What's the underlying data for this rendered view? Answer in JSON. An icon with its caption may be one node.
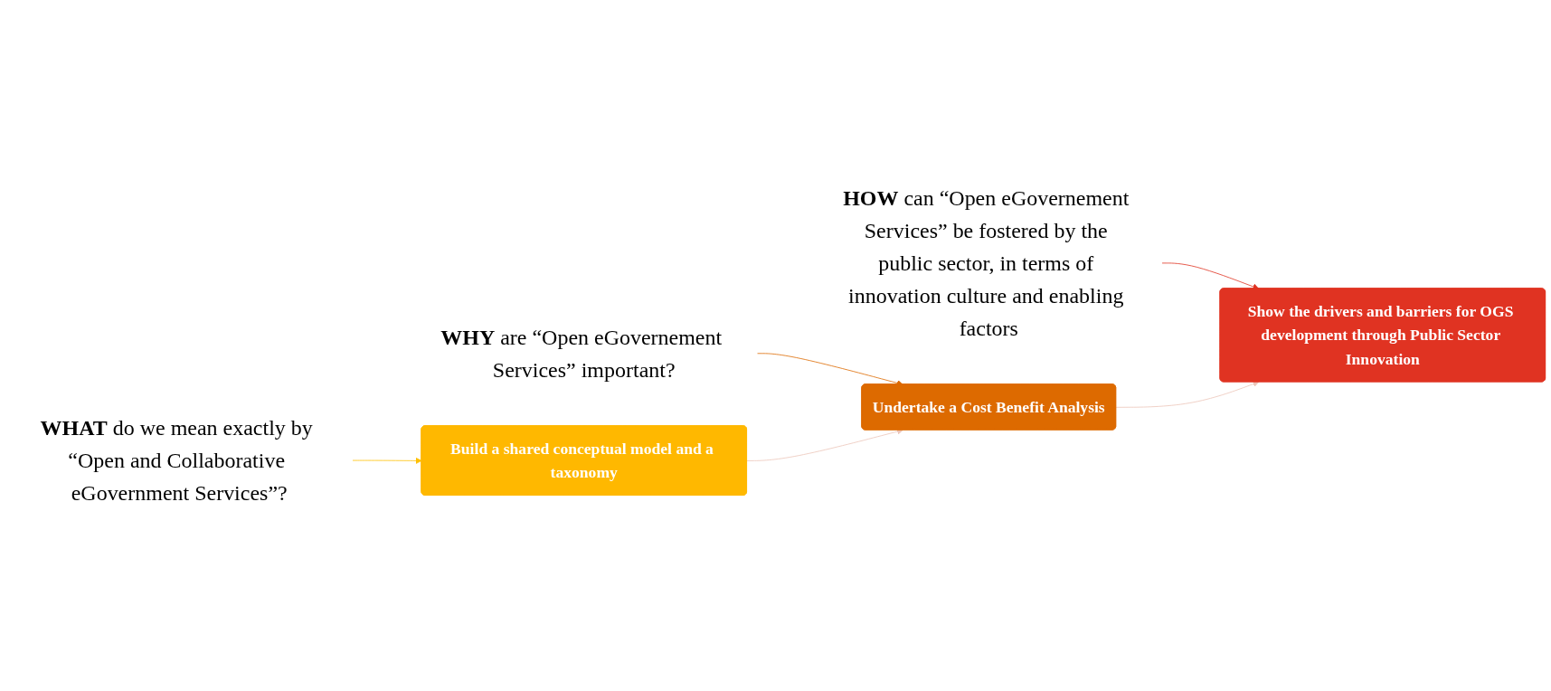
{
  "diagram": {
    "nodes": [
      {
        "text": [
          "**WHAT** do we mean exactly by “Open and Collaborative eGovernment Services”?"
        ]
      },
      {
        "text": [
          "**WHY** are “Open eGovernement Services” important?"
        ]
      },
      {
        "text": [
          "**HOW** can “Open eGovernement Services” be fostered by the public sector, in terms of innovation culture and enabling factors"
        ]
      },
      {
        "text": [
          "Build a shared conceptual model and a taxonomy"
        ]
      },
      {
        "text": [
          "Undertake a Cost Benefit Analysis"
        ]
      },
      {
        "text": [
          "Show the drivers and barriers for OGS development through Public Sector Innovation"
        ]
      }
    ],
    "edges": [
      {
        "from": 0,
        "to": 3,
        "arrow": "to",
        "color": "#ffc000"
      },
      {
        "from": 1,
        "to": 4,
        "arrow": "to",
        "color": "#dd6a00"
      },
      {
        "from": 2,
        "to": 5,
        "arrow": "to",
        "color": "#e03322"
      },
      {
        "from": 3,
        "to": 4,
        "arrow": "to",
        "color": "#ecc5b9"
      },
      {
        "from": 4,
        "to": 5,
        "arrow": "to",
        "color": "#ecc5b9"
      }
    ]
  }
}
